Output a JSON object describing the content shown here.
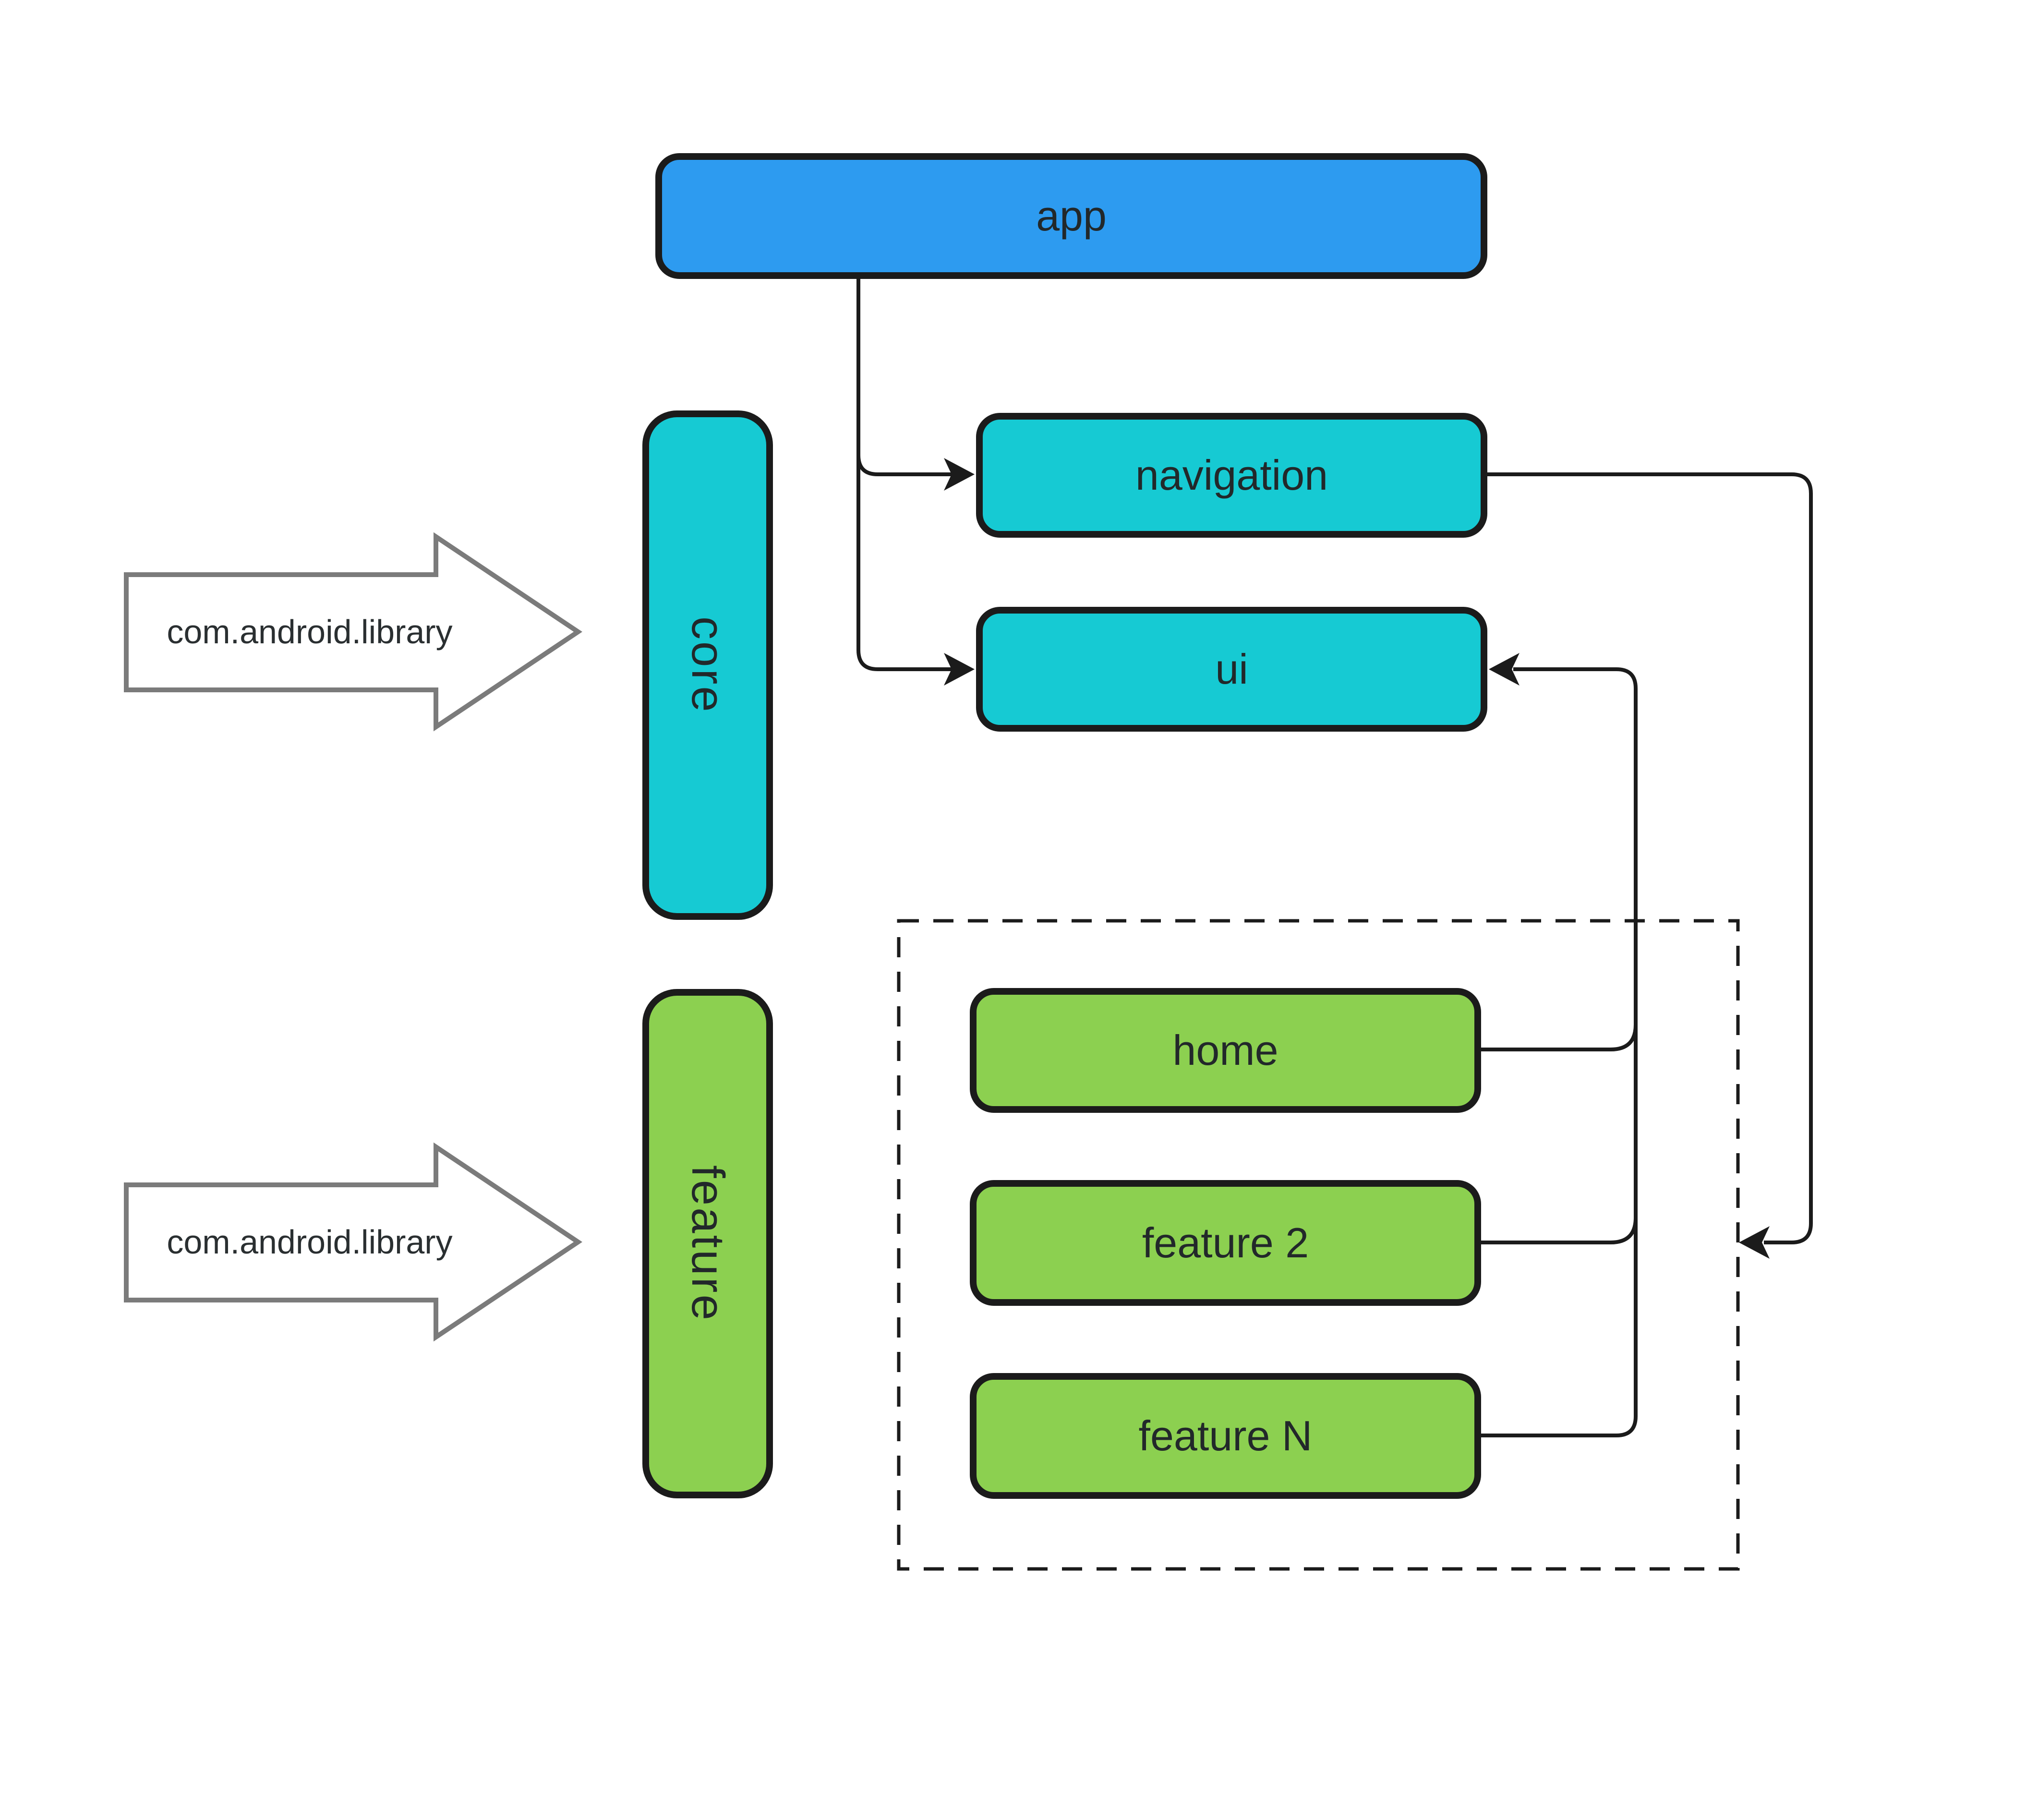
{
  "diagram": {
    "nodes": {
      "app": "app",
      "navigation": "navigation",
      "ui": "ui",
      "core": "core",
      "feature": "feature",
      "home": "home",
      "feature2": "feature 2",
      "featureN": "feature N"
    },
    "badges": [
      {
        "label": "com.android.library"
      },
      {
        "label": "com.android.library"
      }
    ],
    "edges": [
      {
        "from": "app",
        "to": "navigation"
      },
      {
        "from": "app",
        "to": "ui"
      },
      {
        "from": "navigation",
        "to": "feature-group"
      },
      {
        "from": "home",
        "to": "ui"
      },
      {
        "from": "feature2",
        "to": "ui"
      },
      {
        "from": "featureN",
        "to": "ui"
      }
    ],
    "colors": {
      "app_fill": "#2d9bf0",
      "core_fill": "#16cad3",
      "feature_fill": "#8cd050",
      "node_border": "#1b1b1b",
      "connector": "#1b1b1b",
      "badge_fill": "#ffffff",
      "badge_border": "#7b7b7b",
      "text": "#22282a",
      "background": "#ffffff"
    }
  }
}
